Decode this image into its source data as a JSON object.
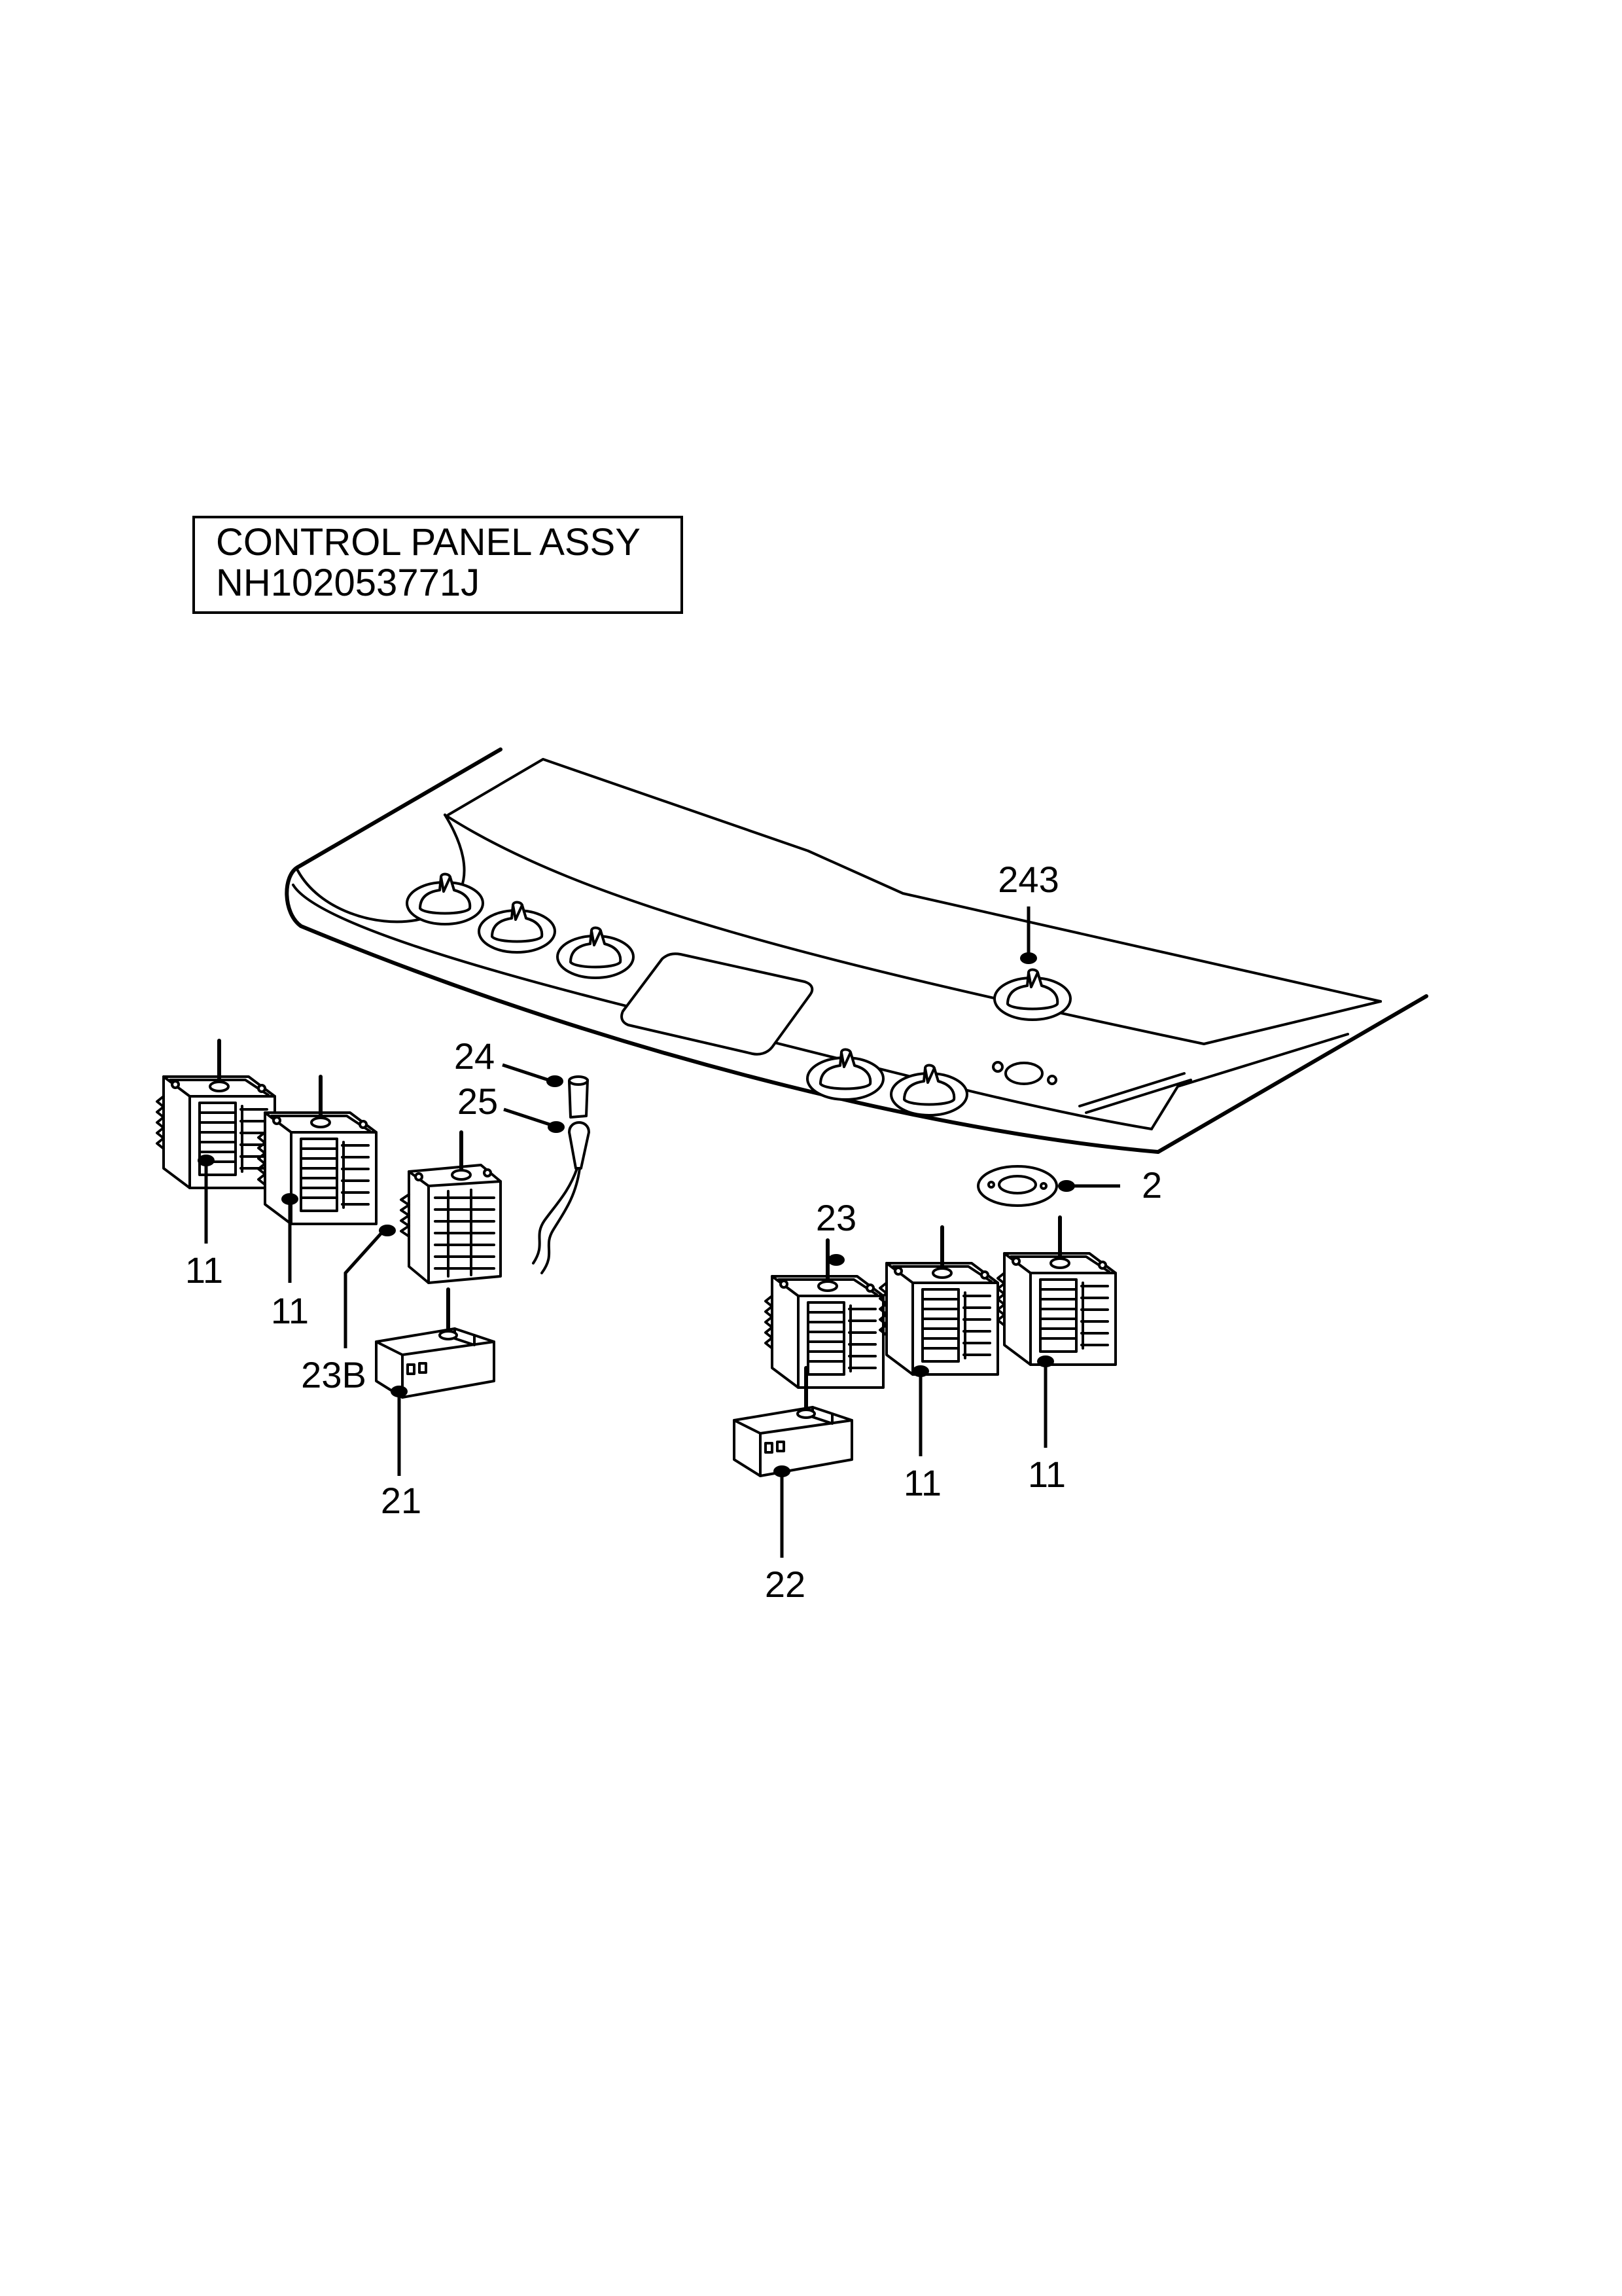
{
  "title_box": {
    "line1": "CONTROL PANEL  ASSY",
    "line2": "NH102053771J"
  },
  "callouts": [
    {
      "id": "243",
      "label": "243"
    },
    {
      "id": "24",
      "label": "24"
    },
    {
      "id": "25",
      "label": "25"
    },
    {
      "id": "2",
      "label": "2"
    },
    {
      "id": "23",
      "label": "23"
    },
    {
      "id": "23B",
      "label": "23B"
    },
    {
      "id": "21",
      "label": "21"
    },
    {
      "id": "22",
      "label": "22"
    },
    {
      "id": "11a",
      "label": "11"
    },
    {
      "id": "11b",
      "label": "11"
    },
    {
      "id": "11c",
      "label": "11"
    },
    {
      "id": "11d",
      "label": "11"
    }
  ]
}
